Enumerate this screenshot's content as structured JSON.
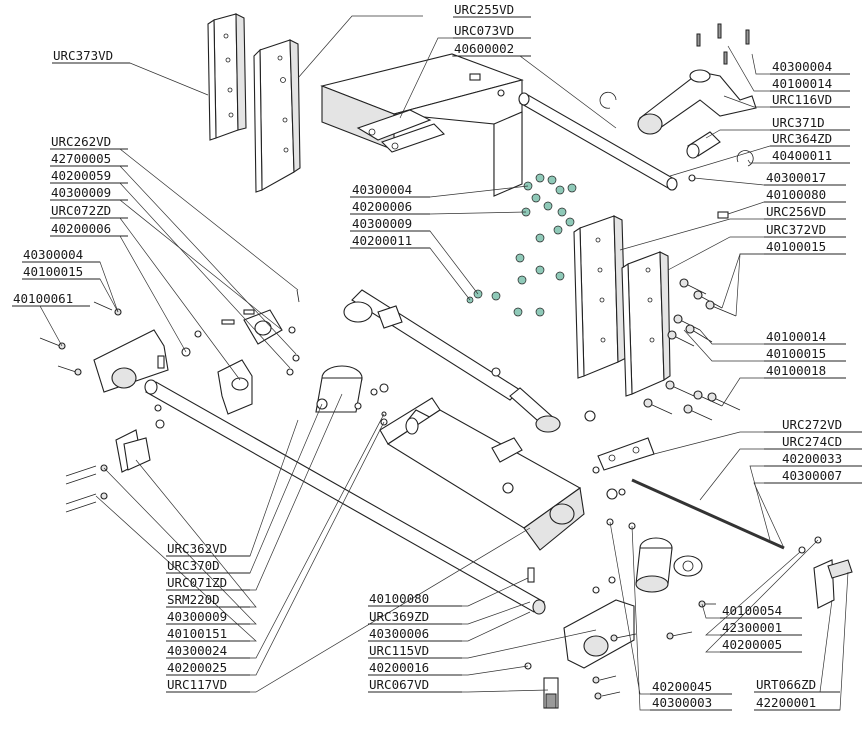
{
  "labels": [
    {
      "id": "URC373VD",
      "text": "URC373VD"
    },
    {
      "id": "URC255VD",
      "text": "URC255VD"
    },
    {
      "id": "URC073VD",
      "text": "URC073VD"
    },
    {
      "id": "40600002",
      "text": "40600002"
    },
    {
      "id": "40300004_tr",
      "text": "40300004"
    },
    {
      "id": "40100014_tr",
      "text": "40100014"
    },
    {
      "id": "URC116VD",
      "text": "URC116VD"
    },
    {
      "id": "URC371D",
      "text": "URC371D"
    },
    {
      "id": "URC364ZD",
      "text": "URC364ZD"
    },
    {
      "id": "40400011",
      "text": "40400011"
    },
    {
      "id": "URC262VD",
      "text": "URC262VD"
    },
    {
      "id": "42700005",
      "text": "42700005"
    },
    {
      "id": "40200059",
      "text": "40200059"
    },
    {
      "id": "40300009_l",
      "text": "40300009"
    },
    {
      "id": "URC072ZD",
      "text": "URC072ZD"
    },
    {
      "id": "40200006_l",
      "text": "40200006"
    },
    {
      "id": "40300004_l",
      "text": "40300004"
    },
    {
      "id": "40100015_l",
      "text": "40100015"
    },
    {
      "id": "40100061",
      "text": "40100061"
    },
    {
      "id": "40300004_m",
      "text": "40300004"
    },
    {
      "id": "40200006_m",
      "text": "40200006"
    },
    {
      "id": "40300009_m",
      "text": "40300009"
    },
    {
      "id": "40200011",
      "text": "40200011"
    },
    {
      "id": "40300017",
      "text": "40300017"
    },
    {
      "id": "40100080_r",
      "text": "40100080"
    },
    {
      "id": "URC256VD",
      "text": "URC256VD"
    },
    {
      "id": "URC372VD",
      "text": "URC372VD"
    },
    {
      "id": "40100015_r1",
      "text": "40100015"
    },
    {
      "id": "40100014_r",
      "text": "40100014"
    },
    {
      "id": "40100015_r2",
      "text": "40100015"
    },
    {
      "id": "40100018",
      "text": "40100018"
    },
    {
      "id": "URC272VD",
      "text": "URC272VD"
    },
    {
      "id": "URC274CD",
      "text": "URC274CD"
    },
    {
      "id": "40200033",
      "text": "40200033"
    },
    {
      "id": "40300007",
      "text": "40300007"
    },
    {
      "id": "URC362VD",
      "text": "URC362VD"
    },
    {
      "id": "URC370D",
      "text": "URC370D"
    },
    {
      "id": "URC071ZD",
      "text": "URC071ZD"
    },
    {
      "id": "SRM220D",
      "text": "SRM220D"
    },
    {
      "id": "40300009_b",
      "text": "40300009"
    },
    {
      "id": "40100151",
      "text": "40100151"
    },
    {
      "id": "40300024",
      "text": "40300024"
    },
    {
      "id": "40200025",
      "text": "40200025"
    },
    {
      "id": "URC117VD",
      "text": "URC117VD"
    },
    {
      "id": "40100080_b",
      "text": "40100080"
    },
    {
      "id": "URC369ZD",
      "text": "URC369ZD"
    },
    {
      "id": "40300006",
      "text": "40300006"
    },
    {
      "id": "URC115VD",
      "text": "URC115VD"
    },
    {
      "id": "40200016",
      "text": "40200016"
    },
    {
      "id": "URC067VD",
      "text": "URC067VD"
    },
    {
      "id": "40100054",
      "text": "40100054"
    },
    {
      "id": "42300001",
      "text": "42300001"
    },
    {
      "id": "40200005",
      "text": "40200005"
    },
    {
      "id": "40200045",
      "text": "40200045"
    },
    {
      "id": "40300003",
      "text": "40300003"
    },
    {
      "id": "URT066ZD",
      "text": "URT066ZD"
    },
    {
      "id": "42200001",
      "text": "42200001"
    }
  ]
}
